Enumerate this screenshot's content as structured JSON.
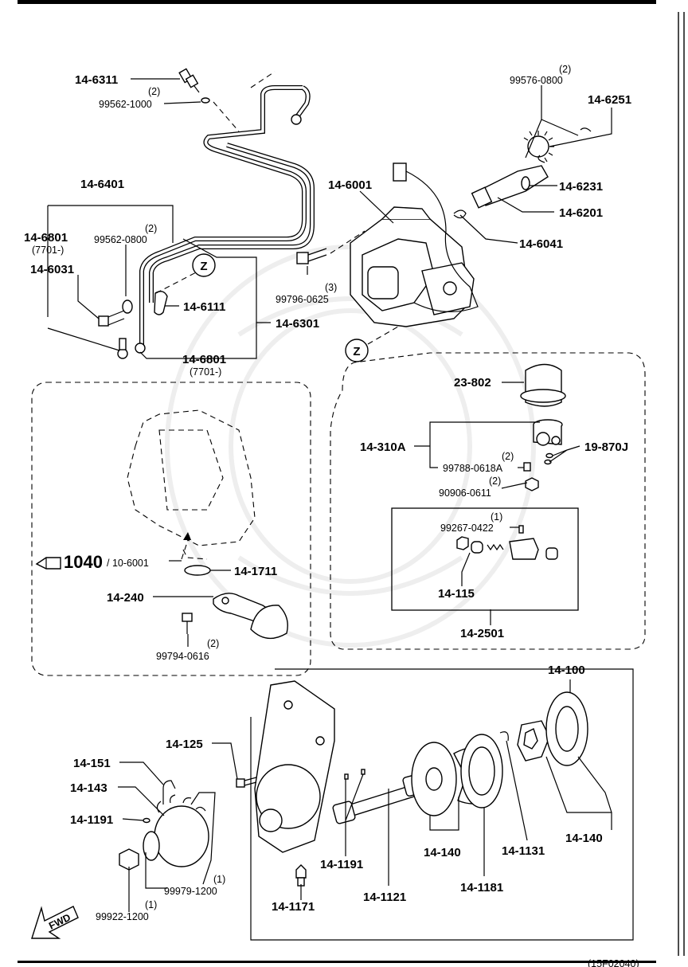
{
  "parts": {
    "p14_6311": "14-6311",
    "p99562_1000": "99562-1000",
    "p99562_1000_qty": "(2)",
    "p99576_0800": "99576-0800",
    "p99576_0800_qty": "(2)",
    "p14_6251": "14-6251",
    "p14_6231": "14-6231",
    "p14_6201": "14-6201",
    "p14_6001": "14-6001",
    "p14_6041": "14-6041",
    "p14_6401": "14-6401",
    "p14_6801_a": "14-6801",
    "p7701_a": "(7701-)",
    "p99562_0800": "99562-0800",
    "p99562_0800_qty": "(2)",
    "p14_6031": "14-6031",
    "p14_6111": "14-6111",
    "p14_6301": "14-6301",
    "p14_6801_b": "14-6801",
    "p7701_b": "(7701-)",
    "p99796_0625": "99796-0625",
    "p99796_0625_qty": "(3)",
    "z_mark_1": "Z",
    "z_mark_2": "Z",
    "p23_802": "23-802",
    "p14_310A": "14-310A",
    "p99788_0618A": "99788-0618A",
    "p99788_0618A_qty": "(2)",
    "p19_870J": "19-870J",
    "p90906_0611": "90906-0611",
    "p90906_0611_qty": "(2)",
    "p99267_0422": "99267-0422",
    "p99267_0422_qty": "(1)",
    "p14_115": "14-115",
    "p14_2501": "14-2501",
    "ref_1040": "1040",
    "ref_10_6001": "/ 10-6001",
    "p14_1711": "14-1711",
    "p14_240": "14-240",
    "p99794_0616": "99794-0616",
    "p99794_0616_qty": "(2)",
    "p14_100": "14-100",
    "p14_125": "14-125",
    "p14_151": "14-151",
    "p14_143": "14-143",
    "p14_1191_a": "14-1191",
    "p14_1191_b": "14-1191",
    "p99979_1200": "99979-1200",
    "p99979_1200_qty": "(1)",
    "p99922_1200": "99922-1200",
    "p99922_1200_qty": "(1)",
    "p14_1171": "14-1171",
    "p14_1121": "14-1121",
    "p14_140_a": "14-140",
    "p14_140_b": "14-140",
    "p14_1131": "14-1131",
    "p14_1181": "14-1181"
  },
  "fwd_label": "FWD",
  "footer_code": "(15F02040)"
}
